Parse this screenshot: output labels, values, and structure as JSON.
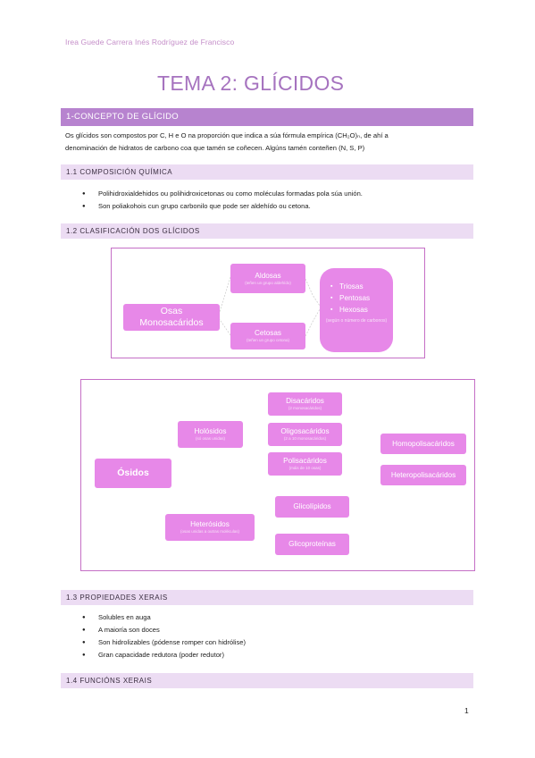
{
  "header": {
    "authors": "Irea Guede Carrera   Inés Rodríguez de Francisco",
    "title": "TEMA 2: GLÍCIDOS"
  },
  "section1": {
    "heading": "1-CONCEPTO DE GLÍCIDO",
    "line1": "Os glícidos son compostos por C, H e O na proporción que indica a súa fórmula empírica (CH₂O)ₙ, de ahí a",
    "line2": "denominación de hidratos de carbono coa que tamén se coñecen. Algúns tamén conteñen (N, S, P)"
  },
  "section11": {
    "heading": "1.1 COMPOSICIÓN QUÍMICA",
    "items": [
      "Polihidroxialdehidos ou polihidroxicetonas ou como moléculas formadas pola súa unión.",
      "Son poliakohois cun grupo carbonilo que pode ser aldehído ou cetona."
    ]
  },
  "section12": {
    "heading": "1.2 CLASIFICACIÓN DOS GLÍCIDOS"
  },
  "diagram1": {
    "root": "Osas\nMonosacáridos",
    "aldosas": "Aldosas",
    "aldosas_sub": "(teñen un grupo aldehído)",
    "cetosas": "Cetosas",
    "cetosas_sub": "(teñen un grupo cetona)",
    "types": [
      "Triosas",
      "Pentosas",
      "Hexosas"
    ],
    "types_note": "(según o número de carbonos)"
  },
  "diagram2": {
    "root": "Ósidos",
    "holosidos": "Holósidos",
    "holosidos_sub": "(só osas unidas)",
    "disacaridos": "Disacáridos",
    "disacaridos_sub": "(2 monosacáridos)",
    "oligosacaridos": "Oligosacáridos",
    "oligosacaridos_sub": "(2 a 10 monosacáridos)",
    "polisacaridos": "Polisacáridos",
    "polisacaridos_sub": "(máis de 10 osas)",
    "homopolisacaridos": "Homopolisacáridos",
    "heteropolisacaridos": "Heteropolisacáridos",
    "heterosidos": "Heterósidos",
    "heterosidos_sub": "(osas unidas a outras moléculas)",
    "glicolipidos": "Glicolípidos",
    "glicoproteinas": "Glicoproteínas"
  },
  "section13": {
    "heading": "1.3 PROPIEDADES XERAIS",
    "items": [
      "Solubles en auga",
      "A maioría son doces",
      "Son hidrolizables (pódense romper con hidrólise)",
      "Gran capacidade redutora (poder redutor)"
    ]
  },
  "section14": {
    "heading": "1.4 FUNCIÓNS XERAIS"
  },
  "footer": {
    "page_number": "1"
  },
  "colors": {
    "banner": "#b783cf",
    "section_bg": "#ecdcf3",
    "node": "#e788e8",
    "title": "#a673bf",
    "frame": "#c56fc6"
  }
}
